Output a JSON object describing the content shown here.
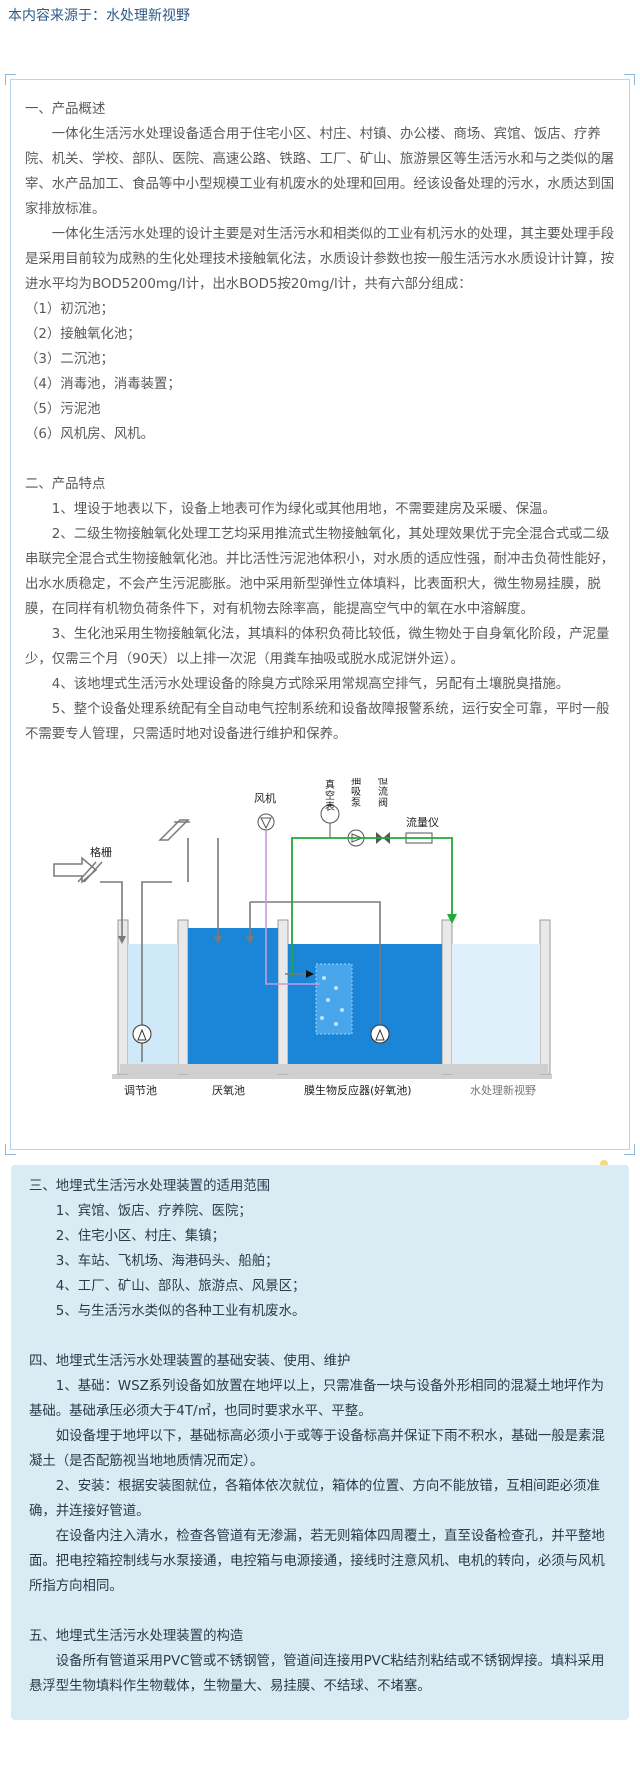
{
  "source_line": "本内容来源于：水处理新视野",
  "section1": {
    "title": "一、产品概述",
    "paragraphs": [
      "一体化生活污水处理设备适合用于住宅小区、村庄、村镇、办公楼、商场、宾馆、饭店、疗养院、机关、学校、部队、医院、高速公路、铁路、工厂、矿山、旅游景区等生活污水和与之类似的屠宰、水产品加工、食品等中小型规模工业有机废水的处理和回用。经该设备处理的污水，水质达到国家排放标准。",
      "一体化生活污水处理的设计主要是对生活污水和相类似的工业有机污水的处理，其主要处理手段是采用目前较为成熟的生化处理技术接触氧化法，水质设计参数也按一般生活污水水质设计计算，按进水平均为BOD5200mg/l计，出水BOD5按20mg/l计，共有六部分组成："
    ],
    "items": [
      "（1）初沉池；",
      "（2）接触氧化池；",
      "（3）二沉池；",
      "（4）消毒池，消毒装置；",
      "（5）污泥池",
      "（6）风机房、风机。"
    ]
  },
  "section2": {
    "title": "二、产品特点",
    "paragraphs": [
      "1、埋设于地表以下，设备上地表可作为绿化或其他用地，不需要建房及采暖、保温。",
      "2、二级生物接触氧化处理工艺均采用推流式生物接触氧化，其处理效果优于完全混合式或二级串联完全混合式生物接触氧化池。并比活性污泥池体积小，对水质的适应性强，耐冲击负荷性能好，出水水质稳定，不会产生污泥膨胀。池中采用新型弹性立体填料，比表面积大，微生物易挂膜，脱膜，在同样有机物负荷条件下，对有机物去除率高，能提高空气中的氧在水中溶解度。",
      "3、生化池采用生物接触氧化法，其填料的体积负荷比较低，微生物处于自身氧化阶段，产泥量少，仅需三个月（90天）以上排一次泥（用粪车抽吸或脱水成泥饼外运）。",
      "4、该地埋式生活污水处理设备的除臭方式除采用常规高空排气，另配有土壤脱臭措施。",
      "5、整个设备处理系统配有全自动电气控制系统和设备故障报警系统，运行安全可靠，平时一般不需要专人管理，只需适时地对设备进行维护和保养。"
    ]
  },
  "diagram": {
    "labels": {
      "grille": "格栅",
      "fan": "风机",
      "vacuum_gauge": "真空表",
      "suction_pump": "抽吸泵",
      "constant_flow_valve": "恒流阀",
      "flowmeter": "流量仪",
      "tank_regulating": "调节池",
      "tank_anoxic": "厌氧池",
      "tank_membrane": "膜生物反应器(好氧池)",
      "watermark": "水处理新视野"
    },
    "colors": {
      "water_dark": "#1b86d8",
      "water_light": "#cfe9f8",
      "green_pipe": "#1faa3c",
      "grey_pipe": "#7a7a7a"
    }
  },
  "section3": {
    "title": "三、地埋式生活污水处理装置的适用范围",
    "items": [
      "1、宾馆、饭店、疗养院、医院；",
      "2、住宅小区、村庄、集镇；",
      "3、车站、飞机场、海港码头、船舶；",
      "4、工厂、矿山、部队、旅游点、风景区；",
      "5、与生活污水类似的各种工业有机废水。"
    ]
  },
  "section4": {
    "title": "四、地埋式生活污水处理装置的基础安装、使用、维护",
    "paragraphs": [
      "1、基础：WSZ系列设备如放置在地坪以上，只需准备一块与设备外形相同的混凝土地坪作为基础。基础承压必须大于4T/㎡，也同时要求水平、平整。",
      "如设备埋于地坪以下，基础标高必须小于或等于设备标高并保证下雨不积水，基础一般是素混凝土（是否配筋视当地地质情况而定）。",
      "2、安装：根据安装图就位，各箱体依次就位，箱体的位置、方向不能放错，互相间距必须准确，并连接好管道。",
      "在设备内注入清水，检查各管道有无渗漏，若无则箱体四周覆土，直至设备检查孔，并平整地面。把电控箱控制线与水泵接通，电控箱与电源接通，接线时注意风机、电机的转向，必须与风机所指方向相同。"
    ]
  },
  "section5": {
    "title": "五、地埋式生活污水处理装置的构造",
    "paragraphs": [
      "设备所有管道采用PVC管或不锈钢管，管道间连接用PVC粘结剂粘结或不锈钢焊接。填料采用悬浮型生物填料作生物载体，生物量大、易挂膜、不结球、不堵塞。"
    ]
  }
}
